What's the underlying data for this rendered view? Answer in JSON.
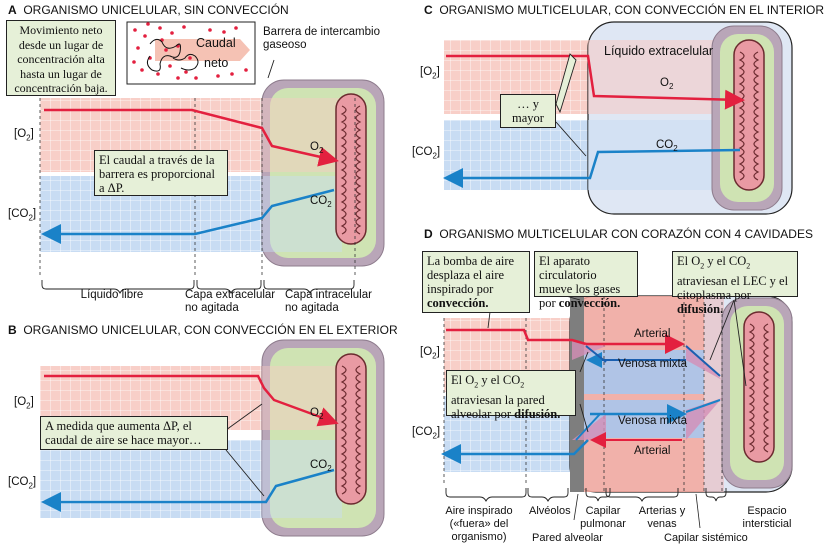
{
  "panels": {
    "A": {
      "letter": "A",
      "title": "ORGANISMO UNICELULAR, SIN CONVECCIÓN",
      "callout_movement": "Movimiento neto desde un lugar de concentración alta hasta un lugar de concentración baja.",
      "inset_flow_1": "Caudal",
      "inset_flow_2": "neto",
      "barrier_label": "Barrera de intercambio gaseoso",
      "callout_flow": "El caudal a través de la barrera es proporcional a ΔP.",
      "o2_sub": "2",
      "co2_sub": "2",
      "regions": [
        "Líquido libre",
        "Capa extracelular no agitada",
        "Capa intracelular no agitada"
      ]
    },
    "B": {
      "letter": "B",
      "title": "ORGANISMO UNICELULAR, CON CONVECCIÓN EN EL EXTERIOR",
      "callout": "A medida que aumenta ΔP, el caudal de aire se hace mayor…"
    },
    "C": {
      "letter": "C",
      "title": "ORGANISMO MULTICELULAR, CON CONVECCIÓN EN EL INTERIOR",
      "ecf_label": "Líquido extracelular",
      "callout": "… y mayor"
    },
    "D": {
      "letter": "D",
      "title": "ORGANISMO MULTICELULAR CON CORAZÓN CON 4 CAVIDADES",
      "callout_pump_1": "La bomba de aire desplaza el aire inspirado por",
      "callout_pump_bold": "convección.",
      "callout_circ_1": "El aparato circulatorio mueve los gases por",
      "callout_circ_bold": "convección.",
      "callout_lec_1": "El O",
      "callout_lec_2": " y el CO",
      "callout_lec_3": " atraviesan el LEC y el citoplasma por",
      "callout_lec_bold": "difusión.",
      "callout_alv_1": "El O",
      "callout_alv_2": " y el CO",
      "callout_alv_3": " atraviesan la pared alveolar por",
      "callout_alv_bold": "difusión.",
      "arterial": "Arterial",
      "mixed_venous": "Venosa mixta",
      "regions": [
        "Aire inspirado («fuera» del organismo)",
        "Alvéolos",
        "Capilar pulmonar",
        "Arterias y venas",
        "Espacio intersticial"
      ],
      "bottom_labels": [
        "Pared alveolar",
        "Capilar sistémico"
      ]
    }
  },
  "axis": {
    "o2_prefix": "[O",
    "o2_suffix": "]",
    "co2_prefix": "[CO",
    "co2_suffix": "]",
    "sub": "2",
    "o2_gas": "O",
    "co2_gas": "CO"
  },
  "colors": {
    "o2_band": "#f6c9c3",
    "co2_band": "#c8dcf3",
    "o2_line": "#e3203f",
    "co2_line": "#1a82c8",
    "cell_green": "#cfe3b3",
    "callout_bg": "#e6f0d8",
    "cytoplasm": "#e99aa3"
  }
}
